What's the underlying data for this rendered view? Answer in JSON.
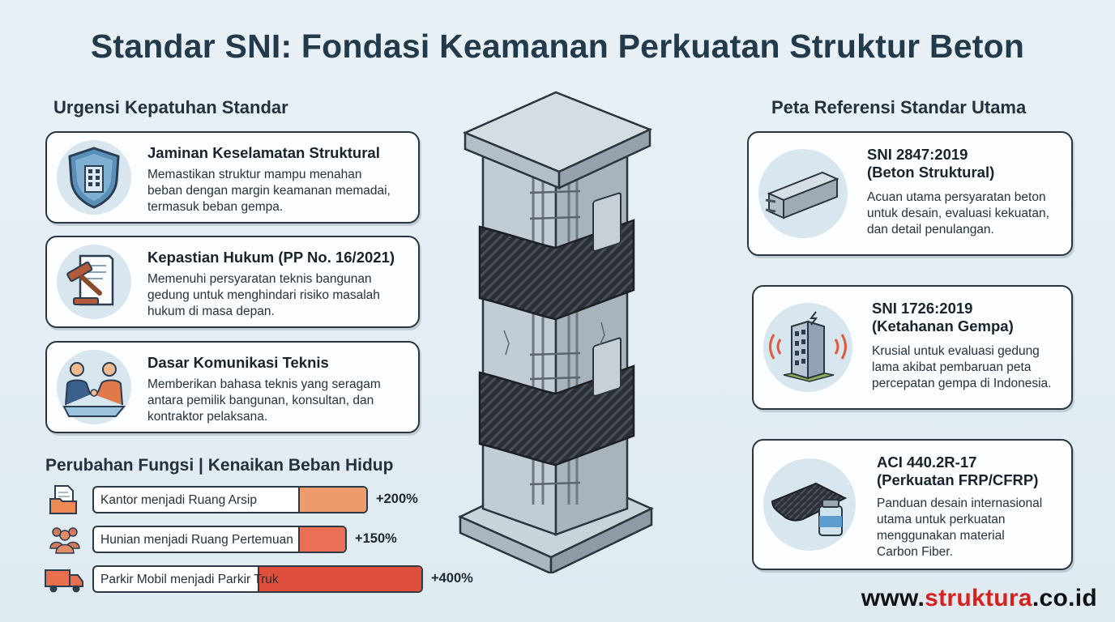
{
  "title": "Standar SNI: Fondasi Keamanan Perkuatan Struktur Beton",
  "left_section": {
    "heading": "Urgensi Kepatuhan Standar",
    "cards": [
      {
        "icon": "shield-building-icon",
        "title": "Jaminan Keselamatan Struktural",
        "lines": [
          "Memastikan struktur mampu menahan",
          "beban dengan margin keamanan memadai,",
          "termasuk beban gempa."
        ]
      },
      {
        "icon": "gavel-document-icon",
        "title": "Kepastian Hukum (PP No. 16/2021)",
        "lines": [
          "Memenuhi persyaratan teknis bangunan",
          "gedung untuk menghindari risiko masalah",
          "hukum di masa depan."
        ]
      },
      {
        "icon": "handshake-people-icon",
        "title": "Dasar Komunikasi Teknis",
        "lines": [
          "Memberikan bahasa teknis yang seragam",
          "antara pemilik bangunan, konsultan, dan",
          "kontraktor pelaksana."
        ]
      }
    ]
  },
  "load_section": {
    "heading": "Perubahan Fungsi | Kenaikan Beban Hidup",
    "rows": [
      {
        "icon": "document-folder-icon",
        "label": "Kantor menjadi Ruang Arsip",
        "percent": "+200%",
        "value": 200,
        "color": "#ef9a6a"
      },
      {
        "icon": "people-group-icon",
        "label": "Hunian menjadi Ruang Pertemuan",
        "percent": "+150%",
        "value": 150,
        "color": "#e97057"
      },
      {
        "icon": "truck-icon",
        "label": "Parkir Mobil menjadi Parkir Truk",
        "percent": "+400%",
        "value": 400,
        "color": "#df4f3b"
      }
    ]
  },
  "right_section": {
    "heading": "Peta Referensi Standar Utama",
    "cards": [
      {
        "icon": "concrete-beam-icon",
        "title_lines": [
          "SNI 2847:2019",
          "(Beton Struktural)"
        ],
        "lines": [
          "Acuan utama persyaratan beton",
          "untuk desain, evaluasi kekuatan,",
          "dan detail penulangan."
        ]
      },
      {
        "icon": "earthquake-building-icon",
        "title_lines": [
          "SNI 1726:2019",
          "(Ketahanan Gempa)"
        ],
        "lines": [
          "Krusial untuk evaluasi gedung",
          "lama akibat pembaruan peta",
          "percepatan gempa di Indonesia."
        ]
      },
      {
        "icon": "carbon-fiber-resin-icon",
        "title_lines": [
          "ACI 440.2R-17",
          "(Perkuatan FRP/CFRP)"
        ],
        "lines": [
          "Panduan desain internasional",
          "utama untuk perkuatan",
          "menggunakan material",
          "Carbon Fiber."
        ]
      }
    ]
  },
  "watermark": {
    "prefix": "www.",
    "accent": "struktura",
    "suffix": ".co.id"
  },
  "colors": {
    "accent": "#d8201c",
    "title": "#213a4c",
    "icon_bg": "#d7e6ef",
    "orange_1": "#ef9a6a",
    "orange_2": "#e97057",
    "orange_3": "#df4f3b"
  }
}
